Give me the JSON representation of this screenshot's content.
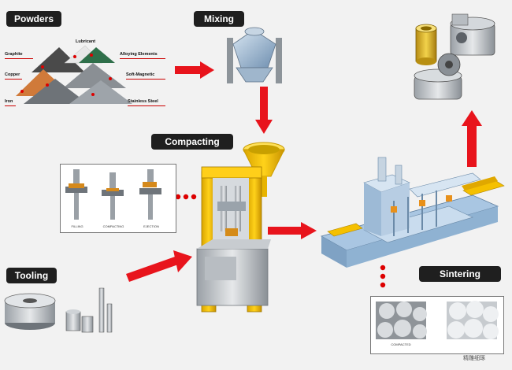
{
  "stages": {
    "powders": "Powders",
    "mixing": "Mixing",
    "compacting": "Compacting",
    "tooling": "Tooling",
    "sintering": "Sintering"
  },
  "powder_labels": {
    "lubricant": "Lubricant",
    "graphite": "Graphite",
    "alloying": "Alloying Elements",
    "copper": "Copper",
    "soft_magnetic": "Soft-Magnetic",
    "iron": "Iron",
    "stainless": "Stainless Steel"
  },
  "compact_steps": [
    "FILLING",
    "COMPACTING",
    "EJECTION"
  ],
  "sinter_caption": "COMPACTED",
  "credit": "精雕细琢"
}
